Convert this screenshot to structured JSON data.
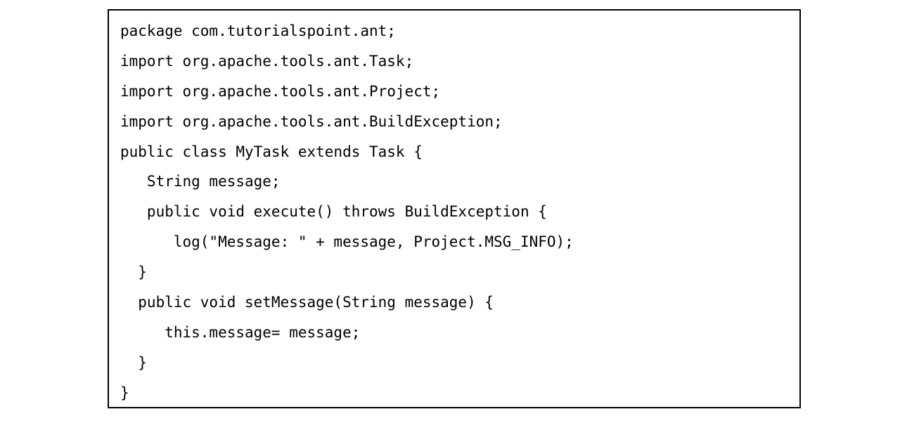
{
  "code": {
    "lines": [
      "package com.tutorialspoint.ant;",
      "import org.apache.tools.ant.Task;",
      "import org.apache.tools.ant.Project;",
      "import org.apache.tools.ant.BuildException;",
      "public class MyTask extends Task {",
      "   String message;",
      "   public void execute() throws BuildException {",
      "      log(\"Message: \" + message, Project.MSG_INFO);",
      "  }",
      "  public void setMessage(String message) {",
      "     this.message= message;",
      "  }",
      "}"
    ]
  }
}
